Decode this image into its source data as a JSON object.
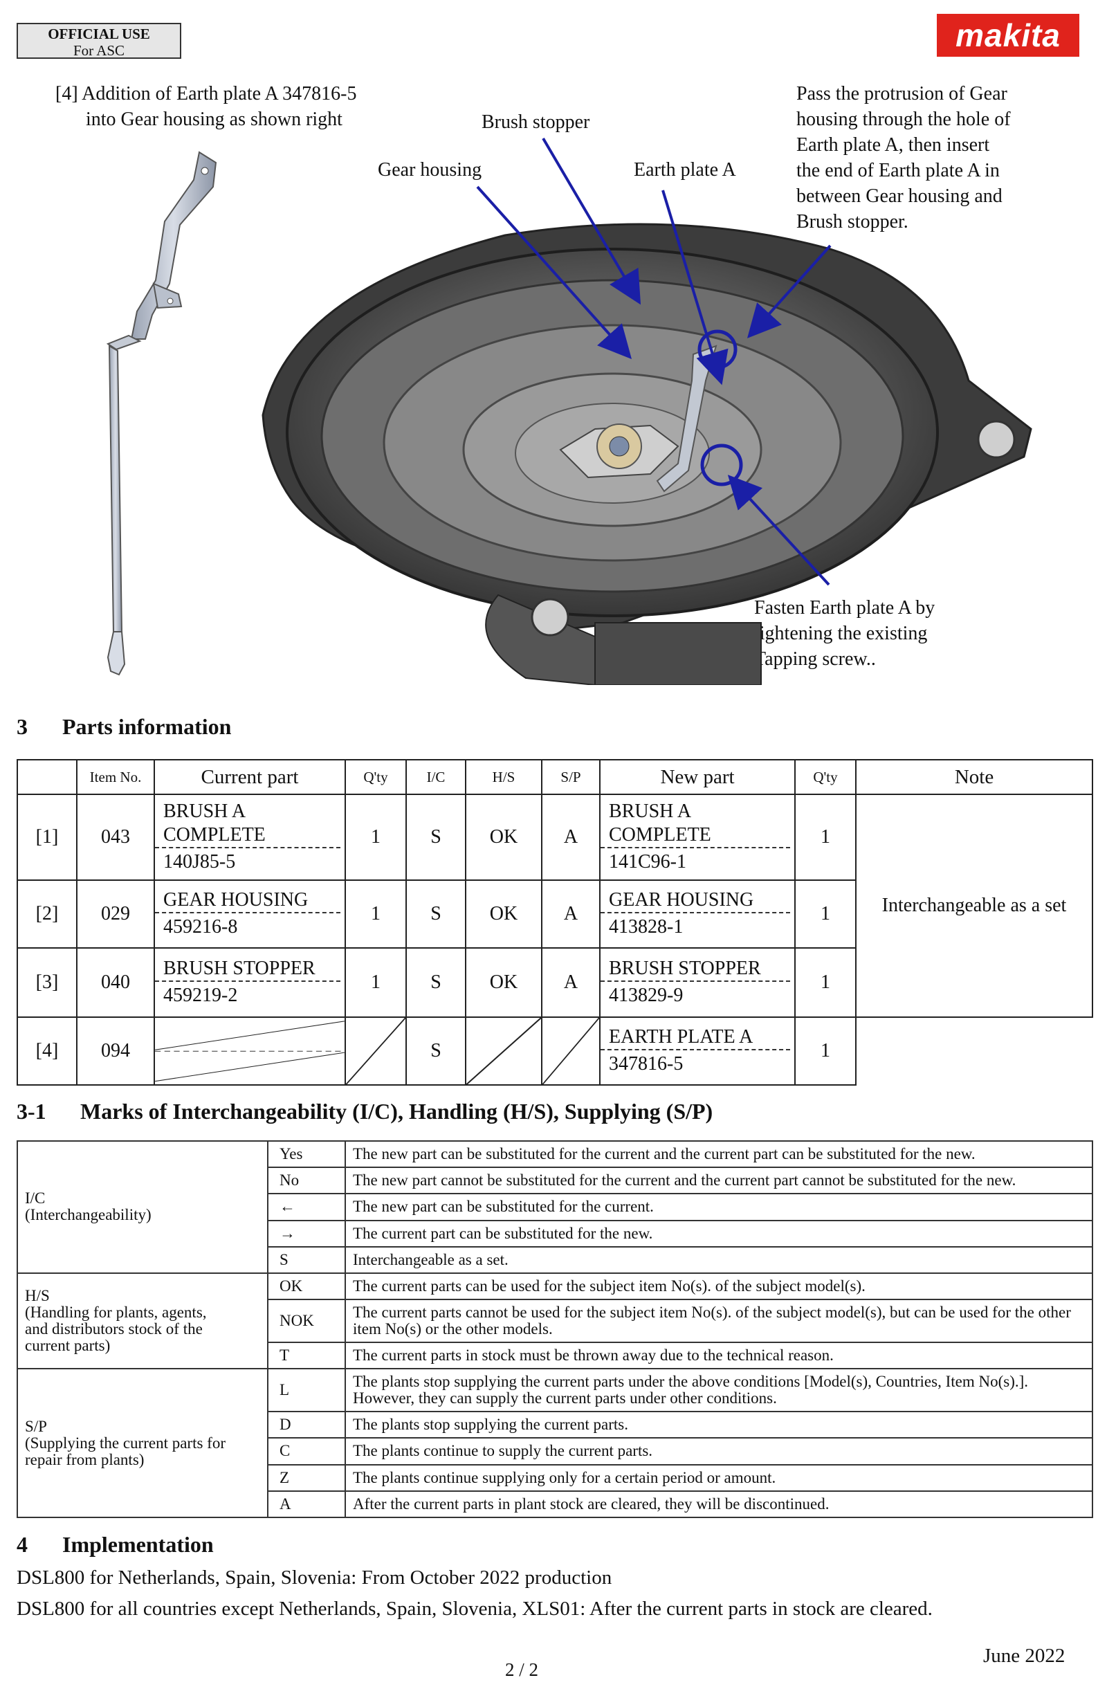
{
  "header": {
    "stamp_line1": "OFFICIAL USE",
    "stamp_line2": "For ASC",
    "logo_text": "makita",
    "logo_color": "#e0231c"
  },
  "figure": {
    "caption_line1": "[4] Addition of Earth plate A 347816-5",
    "caption_line2": "into Gear housing as shown right",
    "label_brush_stopper": "Brush stopper",
    "label_gear_housing": "Gear housing",
    "label_earth_plate": "Earth plate A",
    "note_top": [
      "Pass the protrusion of Gear",
      "housing through the hole of",
      "Earth plate A, then insert",
      "the end of Earth plate A in",
      "between Gear housing and",
      "Brush stopper."
    ],
    "note_bottom": [
      "Fasten Earth plate A by",
      "tightening the existing",
      "Tapping screw.."
    ],
    "arrow_color": "#1a1fa6"
  },
  "section3": {
    "num": "3",
    "title": "Parts information",
    "headers": {
      "item_no": "Item No.",
      "current_part": "Current part",
      "qty": "Q'ty",
      "ic": "I/C",
      "hs": "H/S",
      "sp": "S/P",
      "new_part": "New part",
      "qty2": "Q'ty",
      "note": "Note"
    },
    "rows": [
      {
        "idx": "[1]",
        "item": "043",
        "cur_name": "BRUSH A COMPLETE",
        "cur_no": "140J85-5",
        "qty": "1",
        "ic": "S",
        "hs": "OK",
        "sp": "A",
        "new_name": "BRUSH A COMPLETE",
        "new_no": "141C96-1",
        "qty2": "1"
      },
      {
        "idx": "[2]",
        "item": "029",
        "cur_name": "GEAR HOUSING",
        "cur_no": "459216-8",
        "qty": "1",
        "ic": "S",
        "hs": "OK",
        "sp": "A",
        "new_name": "GEAR HOUSING",
        "new_no": "413828-1",
        "qty2": "1"
      },
      {
        "idx": "[3]",
        "item": "040",
        "cur_name": "BRUSH STOPPER",
        "cur_no": "459219-2",
        "qty": "1",
        "ic": "S",
        "hs": "OK",
        "sp": "A",
        "new_name": "BRUSH STOPPER",
        "new_no": "413829-9",
        "qty2": "1"
      },
      {
        "idx": "[4]",
        "item": "094",
        "cur_name": "",
        "cur_no": "",
        "qty": "",
        "ic": "S",
        "hs": "",
        "sp": "",
        "new_name": "EARTH PLATE A",
        "new_no": "347816-5",
        "qty2": "1"
      }
    ],
    "note_text": "Interchangeable as a set"
  },
  "section31": {
    "num": "3-1",
    "title": "Marks of Interchangeability (I/C), Handling (H/S), Supplying (S/P)",
    "groups": [
      {
        "label_lines": [
          "I/C",
          "(Interchangeability)"
        ],
        "rows": [
          {
            "key": "Yes",
            "text": "The new part can be substituted for the current and the current part can be substituted for the new."
          },
          {
            "key": "No",
            "text": "The new part cannot be substituted for the current and the current part cannot be substituted for the new."
          },
          {
            "key": "←",
            "text": "The new part can be substituted for the current."
          },
          {
            "key": "→",
            "text": "The current part can be substituted for the new."
          },
          {
            "key": "S",
            "text": "Interchangeable as a set."
          }
        ]
      },
      {
        "label_lines": [
          "H/S",
          "(Handling for plants, agents,",
          "and distributors stock of the",
          "current parts)"
        ],
        "rows": [
          {
            "key": "OK",
            "text": "The current parts can be used for the subject item No(s). of the subject model(s)."
          },
          {
            "key": "NOK",
            "text": "The current parts cannot be used for the subject item No(s). of the subject model(s), but can be used for the other item No(s) or the other models."
          },
          {
            "key": "T",
            "text": "The current parts in stock must be thrown away due to the technical reason."
          }
        ]
      },
      {
        "label_lines": [
          "S/P",
          "(Supplying the current parts for",
          "repair from plants)"
        ],
        "rows": [
          {
            "key": "L",
            "text": "The plants stop supplying the current parts under the above conditions [Model(s), Countries, Item No(s).]. However, they can supply the current parts under other conditions."
          },
          {
            "key": "D",
            "text": "The plants stop supplying the current parts."
          },
          {
            "key": "C",
            "text": "The plants continue to supply the current parts."
          },
          {
            "key": "Z",
            "text": "The plants continue supplying only for a certain period or amount."
          },
          {
            "key": "A",
            "text": "After the current parts in plant stock are cleared, they will be discontinued."
          }
        ]
      }
    ]
  },
  "section4": {
    "num": "4",
    "title": "Implementation",
    "line1": "DSL800 for Netherlands, Spain, Slovenia: From October 2022 production",
    "line2": "DSL800 for all countries except Netherlands, Spain, Slovenia, XLS01: After the current parts in stock are cleared."
  },
  "footer": {
    "date": "June  2022",
    "page": "2 / 2"
  }
}
